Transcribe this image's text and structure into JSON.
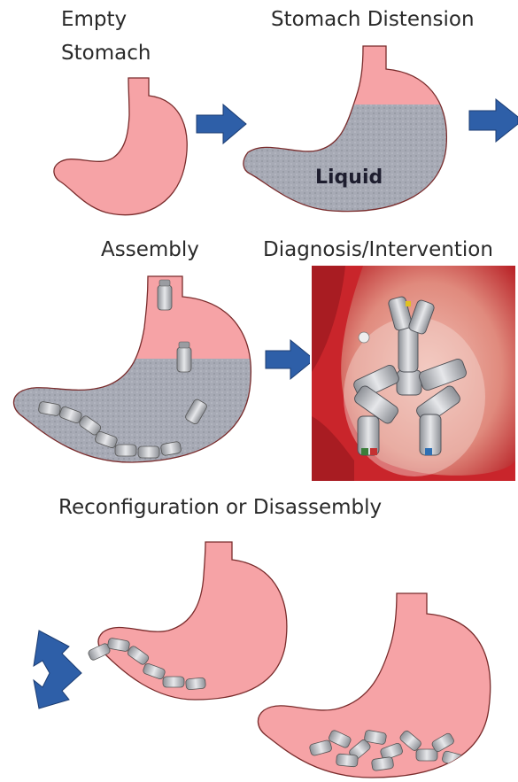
{
  "stages": {
    "empty": {
      "title_line1": "Empty",
      "title_line2": "Stomach"
    },
    "distension": {
      "title": "Stomach Distension",
      "liquid_label": "Liquid"
    },
    "assembly": {
      "title": "Assembly"
    },
    "diagnosis": {
      "title": "Diagnosis/Intervention"
    },
    "reconfig": {
      "title": "Reconfiguration or Disassembly"
    }
  },
  "colors": {
    "stomach_fill": "#f6a3a6",
    "stomach_stroke": "#7a2c2c",
    "liquid_fill": "#a7aab5",
    "arrow_fill": "#2e5fa8",
    "module_fill": "#c6c8cc",
    "tissue_red": "#c9252b"
  },
  "icons": [
    "right-arrow-icon",
    "down-up-arrow-icon"
  ]
}
